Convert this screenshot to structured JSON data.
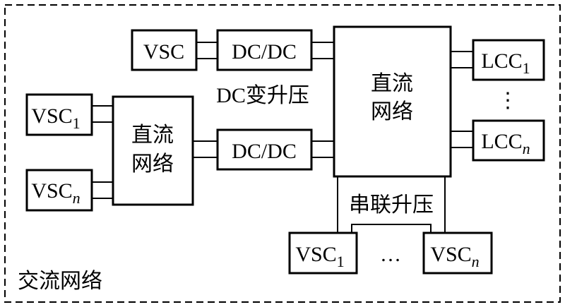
{
  "outer_label": "交流网络",
  "dc_network_left": [
    "直流",
    "网络"
  ],
  "dc_network_right": [
    "直流",
    "网络"
  ],
  "vsc_top": "VSC",
  "dcdc_top": "DC/DC",
  "dcdc_mid": "DC/DC",
  "dc_boost_label": "DC变升压",
  "series_boost_label": "串联升压",
  "vsc_left_1": {
    "main": "VSC",
    "sub": "1"
  },
  "vsc_left_n": {
    "main": "VSC",
    "sub": "n"
  },
  "lcc_1": {
    "main": "LCC",
    "sub": "1"
  },
  "lcc_n": {
    "main": "LCC",
    "sub": "n"
  },
  "vsc_bottom_1": {
    "main": "VSC",
    "sub": "1"
  },
  "vsc_bottom_n": {
    "main": "VSC",
    "sub": "n"
  },
  "vdots": "⋮",
  "hdots": "…"
}
